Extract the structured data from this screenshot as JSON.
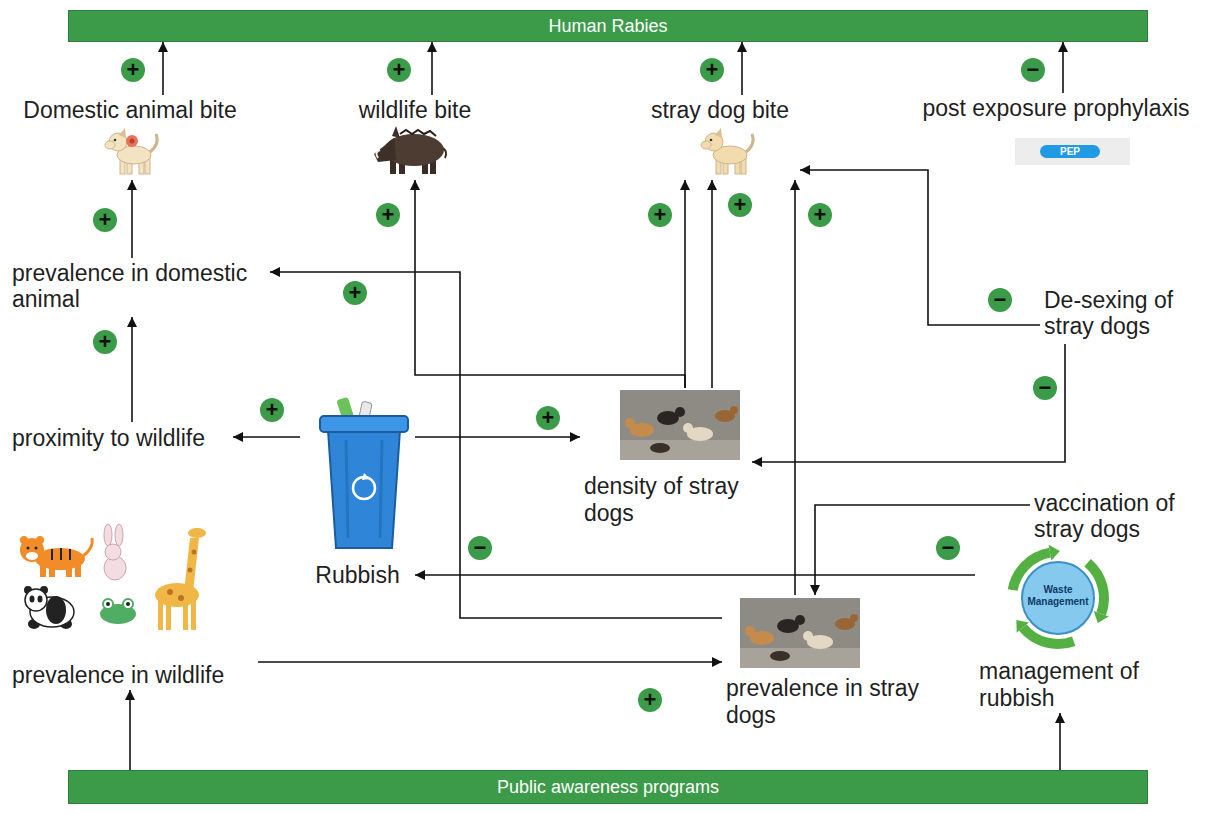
{
  "diagram": {
    "nodes": [
      {
        "text": [
          "Human Rabies"
        ]
      },
      {
        "text": [
          "Domestic animal bite"
        ]
      },
      {
        "text": [
          "wildlife bite"
        ]
      },
      {
        "text": [
          "stray dog bite"
        ]
      },
      {
        "text": [
          "post exposure prophylaxis"
        ]
      },
      {
        "text": [
          "prevalence in domestic animal"
        ]
      },
      {
        "text": [
          "proximity to wildlife"
        ]
      },
      {
        "text": [
          "Rubbish"
        ]
      },
      {
        "text": [
          "density of stray dogs"
        ]
      },
      {
        "text": [
          "De-sexing of stray dogs"
        ]
      },
      {
        "text": [
          "vaccination of stray dogs"
        ]
      },
      {
        "text": [
          "management of rubbish"
        ]
      },
      {
        "text": [
          "prevalence in wildlife"
        ]
      },
      {
        "text": [
          "prevalence in stray dogs"
        ]
      },
      {
        "text": [
          "Public awareness programs"
        ]
      }
    ],
    "edges": [
      {
        "from": 1,
        "to": 0,
        "arrow": "to",
        "label": "+"
      },
      {
        "from": 2,
        "to": 0,
        "arrow": "to",
        "label": "+"
      },
      {
        "from": 3,
        "to": 0,
        "arrow": "to",
        "label": "+"
      },
      {
        "from": 4,
        "to": 0,
        "arrow": "to",
        "label": "−"
      },
      {
        "from": 5,
        "to": 1,
        "arrow": "to",
        "label": "+"
      },
      {
        "from": 6,
        "to": 5,
        "arrow": "to",
        "label": "+"
      },
      {
        "from": 7,
        "to": 6,
        "arrow": "to",
        "label": "+"
      },
      {
        "from": 7,
        "to": 8,
        "arrow": "to",
        "label": "+"
      },
      {
        "from": 8,
        "to": 3,
        "arrow": "to",
        "label": "+"
      },
      {
        "from": 8,
        "to": 2,
        "arrow": "to",
        "label": "+"
      },
      {
        "from": 8,
        "to": 3,
        "arrow": "to",
        "label": "+"
      },
      {
        "from": 13,
        "to": 3,
        "arrow": "to",
        "label": "+"
      },
      {
        "from": 9,
        "to": 3,
        "arrow": "to",
        "label": "−"
      },
      {
        "from": 9,
        "to": 8,
        "arrow": "to",
        "label": "−"
      },
      {
        "from": 10,
        "to": 13,
        "arrow": "to"
      },
      {
        "from": 11,
        "to": 7,
        "arrow": "to",
        "label": "−"
      },
      {
        "from": 13,
        "to": 5,
        "arrow": "to",
        "label": "+"
      },
      {
        "from": 12,
        "to": 13,
        "arrow": "to",
        "label": "+"
      },
      {
        "from": 14,
        "to": 12,
        "arrow": "to"
      },
      {
        "from": 14,
        "to": 11,
        "arrow": "to"
      }
    ],
    "labels": [
      "−",
      "PEP",
      "Waste Management"
    ]
  }
}
